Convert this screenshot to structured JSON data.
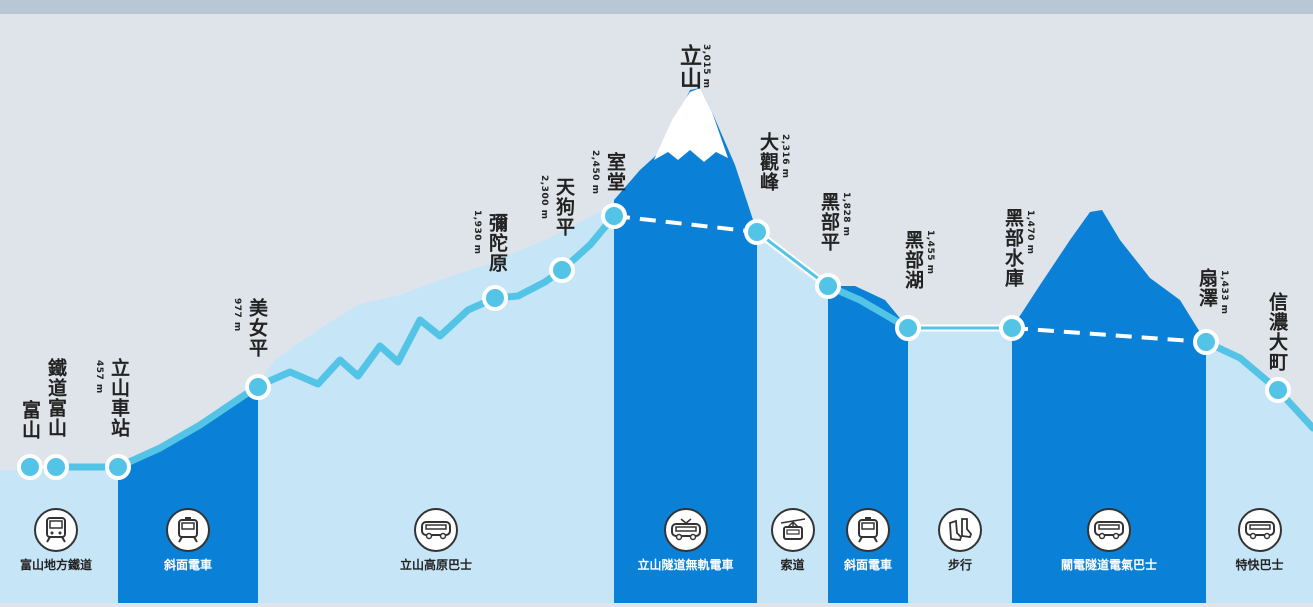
{
  "stations": [
    {
      "id": "toyama",
      "name": "富山",
      "elevation": ""
    },
    {
      "id": "dentetsu-toyama",
      "name": "鐵道富山",
      "elevation": ""
    },
    {
      "id": "tateyama-station",
      "name": "立山車站",
      "elevation": "457 m"
    },
    {
      "id": "bijodaira",
      "name": "美女平",
      "elevation": "977 m"
    },
    {
      "id": "midagahara",
      "name": "彌陀原",
      "elevation": "1,930 m"
    },
    {
      "id": "tengudaira",
      "name": "天狗平",
      "elevation": "2,300 m"
    },
    {
      "id": "murodo",
      "name": "室堂",
      "elevation": "2,450 m"
    },
    {
      "id": "daikanbo",
      "name": "大觀峰",
      "elevation": "2,316 m"
    },
    {
      "id": "kurobedaira",
      "name": "黑部平",
      "elevation": "1,828 m"
    },
    {
      "id": "kurobeko",
      "name": "黑部湖",
      "elevation": "1,455 m"
    },
    {
      "id": "kurobe-dam",
      "name": "黑部水庫",
      "elevation": "1,470 m"
    },
    {
      "id": "ogizawa",
      "name": "扇澤",
      "elevation": "1,433 m"
    },
    {
      "id": "shinano-omachi",
      "name": "信濃大町",
      "elevation": ""
    }
  ],
  "peak": {
    "name": "立山",
    "elevation": "3,015 m"
  },
  "transport": [
    {
      "label": "富山地方鐵道",
      "icon": "train-icon",
      "style": "light"
    },
    {
      "label": "斜面電車",
      "icon": "cable-car-icon",
      "style": "dark"
    },
    {
      "label": "立山高原巴士",
      "icon": "bus-icon",
      "style": "light"
    },
    {
      "label": "立山隧道無軌電車",
      "icon": "trolleybus-icon",
      "style": "dark"
    },
    {
      "label": "索道",
      "icon": "ropeway-icon",
      "style": "light"
    },
    {
      "label": "斜面電車",
      "icon": "cable-car-icon",
      "style": "dark"
    },
    {
      "label": "步行",
      "icon": "walking-icon",
      "style": "light"
    },
    {
      "label": "關電隧道電氣巴士",
      "icon": "electric-bus-icon",
      "style": "dark"
    },
    {
      "label": "特快巴士",
      "icon": "express-bus-icon",
      "style": "light"
    }
  ],
  "colors": {
    "sky": "#dfe4ea",
    "light_fill": "#c6e6f8",
    "dark_fill": "#0a80d6",
    "route_line": "#54c4e6",
    "snow": "#ffffff"
  }
}
